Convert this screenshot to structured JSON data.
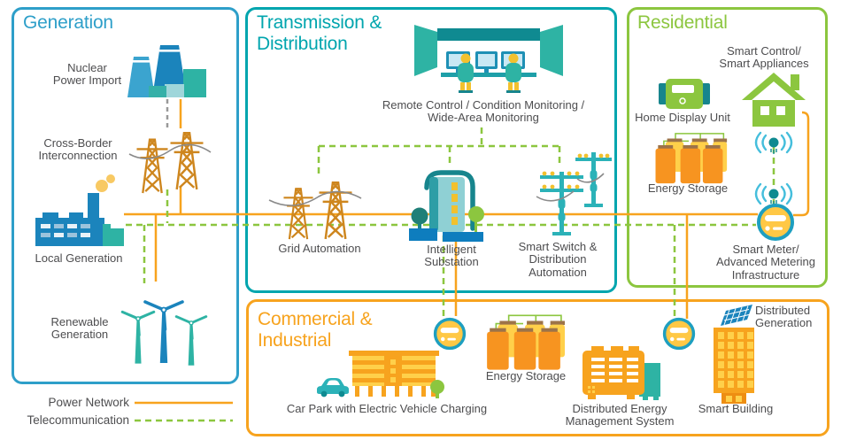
{
  "sections": {
    "generation": {
      "title": "Generation",
      "nuclear_label": "Nuclear\nPower Import",
      "crossborder_label": "Cross-Border\nInterconnection",
      "local_label": "Local Generation",
      "renewable_label": "Renewable\nGeneration"
    },
    "transmission": {
      "title": "Transmission &\nDistribution",
      "remote_label": "Remote Control / Condition Monitoring /\nWide-Area Monitoring",
      "grid_automation_label": "Grid Automation",
      "substation_label": "Intelligent\nSubstation",
      "smart_switch_label": "Smart Switch &\nDistribution\nAutomation"
    },
    "residential": {
      "title": "Residential",
      "smart_control_label": "Smart Control/\nSmart Appliances",
      "home_display_label": "Home Display Unit",
      "energy_storage_label": "Energy Storage",
      "smart_meter_label": "Smart Meter/\nAdvanced Metering\nInfrastructure"
    },
    "commercial": {
      "title": "Commercial &\nIndustrial",
      "car_park_label": "Car Park with Electric Vehicle Charging",
      "energy_storage_label": "Energy Storage",
      "dems_label": "Distributed Energy\nManagement System",
      "smart_building_label": "Smart Building",
      "distributed_gen_label": "Distributed\nGeneration"
    }
  },
  "legend": {
    "power_label": "Power Network",
    "telecom_label": "Telecommunication"
  },
  "colors": {
    "generation_accent": "#2E9FC9",
    "transmission_accent": "#00A5AE",
    "residential_accent": "#8CC63F",
    "commercial_accent": "#F7A31E",
    "power_line": "#F7A31E",
    "telecom_line": "#8CC63F",
    "gray_link_line": "#999999",
    "label_text": "#4D4D4F"
  }
}
